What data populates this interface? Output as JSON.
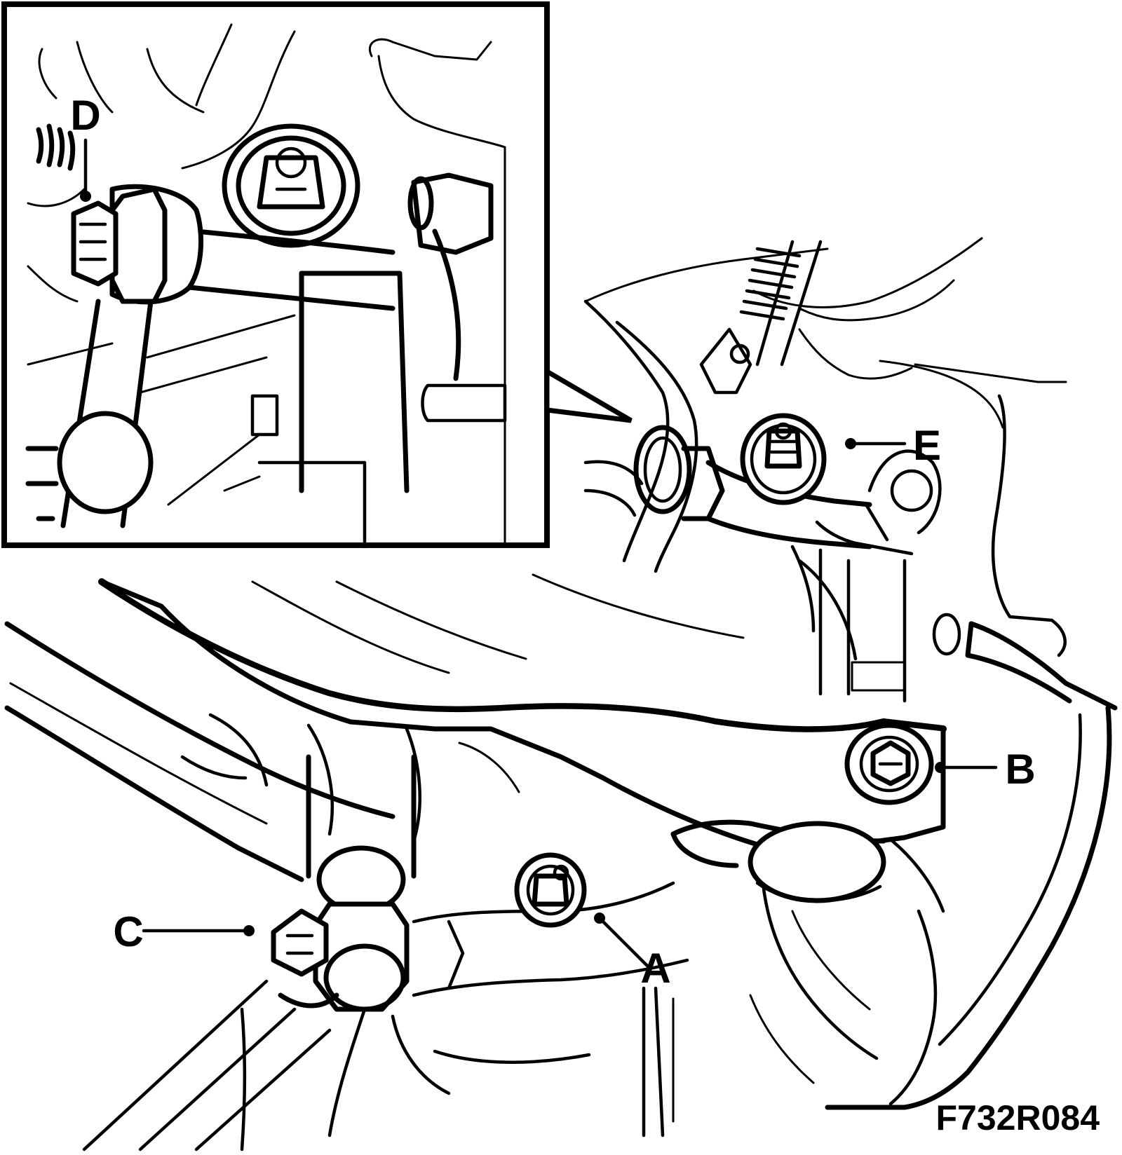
{
  "diagram": {
    "callouts": {
      "A": "A",
      "B": "B",
      "C": "C",
      "D": "D",
      "E": "E"
    },
    "figure_id": "F732R084"
  }
}
